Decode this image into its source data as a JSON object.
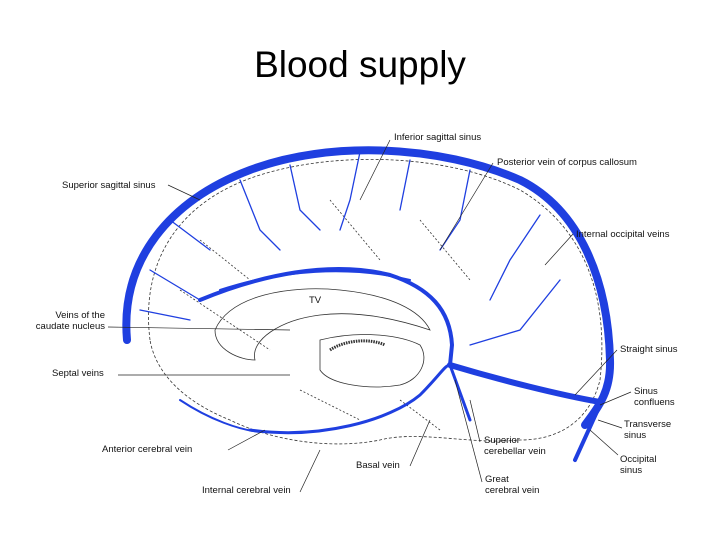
{
  "title": "Blood supply",
  "colors": {
    "vein": "#1f3fe0",
    "outline": "#222222"
  },
  "labels": {
    "inferior_sagittal_sinus": "Inferior sagittal sinus",
    "posterior_vein_corpus_callosum": "Posterior vein of corpus callosum",
    "superior_sagittal_sinus": "Superior sagittal sinus",
    "internal_occipital_veins": "Internal occipital veins",
    "veins_caudate_1": "Veins of the",
    "veins_caudate_2": "caudate nucleus",
    "tv": "TV",
    "straight_sinus": "Straight sinus",
    "septal_veins": "Septal veins",
    "sinus_confluens_1": "Sinus",
    "sinus_confluens_2": "confluens",
    "transverse_sinus_1": "Transverse",
    "transverse_sinus_2": "sinus",
    "anterior_cerebral_vein": "Anterior cerebral vein",
    "occipital_sinus_1": "Occipital",
    "occipital_sinus_2": "sinus",
    "superior_cerebellar_1": "Superior",
    "superior_cerebellar_2": "cerebellar vein",
    "basal_vein": "Basal vein",
    "great_cerebral_1": "Great",
    "great_cerebral_2": "cerebral vein",
    "internal_cerebral_vein": "Internal cerebral vein"
  }
}
